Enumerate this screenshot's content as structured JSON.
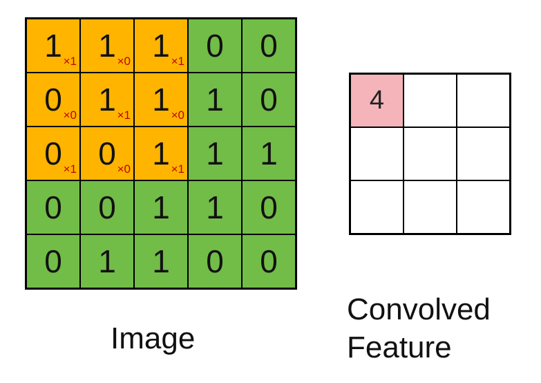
{
  "image": {
    "caption": "Image",
    "cells": [
      {
        "value": "1",
        "kernel": "×1",
        "highlighted": true
      },
      {
        "value": "1",
        "kernel": "×0",
        "highlighted": true
      },
      {
        "value": "1",
        "kernel": "×1",
        "highlighted": true
      },
      {
        "value": "0",
        "kernel": "",
        "highlighted": false
      },
      {
        "value": "0",
        "kernel": "",
        "highlighted": false
      },
      {
        "value": "0",
        "kernel": "×0",
        "highlighted": true
      },
      {
        "value": "1",
        "kernel": "×1",
        "highlighted": true
      },
      {
        "value": "1",
        "kernel": "×0",
        "highlighted": true
      },
      {
        "value": "1",
        "kernel": "",
        "highlighted": false
      },
      {
        "value": "0",
        "kernel": "",
        "highlighted": false
      },
      {
        "value": "0",
        "kernel": "×1",
        "highlighted": true
      },
      {
        "value": "0",
        "kernel": "×0",
        "highlighted": true
      },
      {
        "value": "1",
        "kernel": "×1",
        "highlighted": true
      },
      {
        "value": "1",
        "kernel": "",
        "highlighted": false
      },
      {
        "value": "1",
        "kernel": "",
        "highlighted": false
      },
      {
        "value": "0",
        "kernel": "",
        "highlighted": false
      },
      {
        "value": "0",
        "kernel": "",
        "highlighted": false
      },
      {
        "value": "1",
        "kernel": "",
        "highlighted": false
      },
      {
        "value": "1",
        "kernel": "",
        "highlighted": false
      },
      {
        "value": "0",
        "kernel": "",
        "highlighted": false
      },
      {
        "value": "0",
        "kernel": "",
        "highlighted": false
      },
      {
        "value": "1",
        "kernel": "",
        "highlighted": false
      },
      {
        "value": "1",
        "kernel": "",
        "highlighted": false
      },
      {
        "value": "0",
        "kernel": "",
        "highlighted": false
      },
      {
        "value": "0",
        "kernel": "",
        "highlighted": false
      }
    ]
  },
  "feature": {
    "caption_line1": "Convolved",
    "caption_line2": "Feature",
    "cells": [
      "4",
      "",
      "",
      "",
      "",
      "",
      "",
      "",
      ""
    ]
  },
  "colors": {
    "image_cell": "#72bc48",
    "kernel_window": "#ffb400",
    "kernel_weight_text": "#c00000",
    "feature_filled": "#f4b4ba"
  }
}
